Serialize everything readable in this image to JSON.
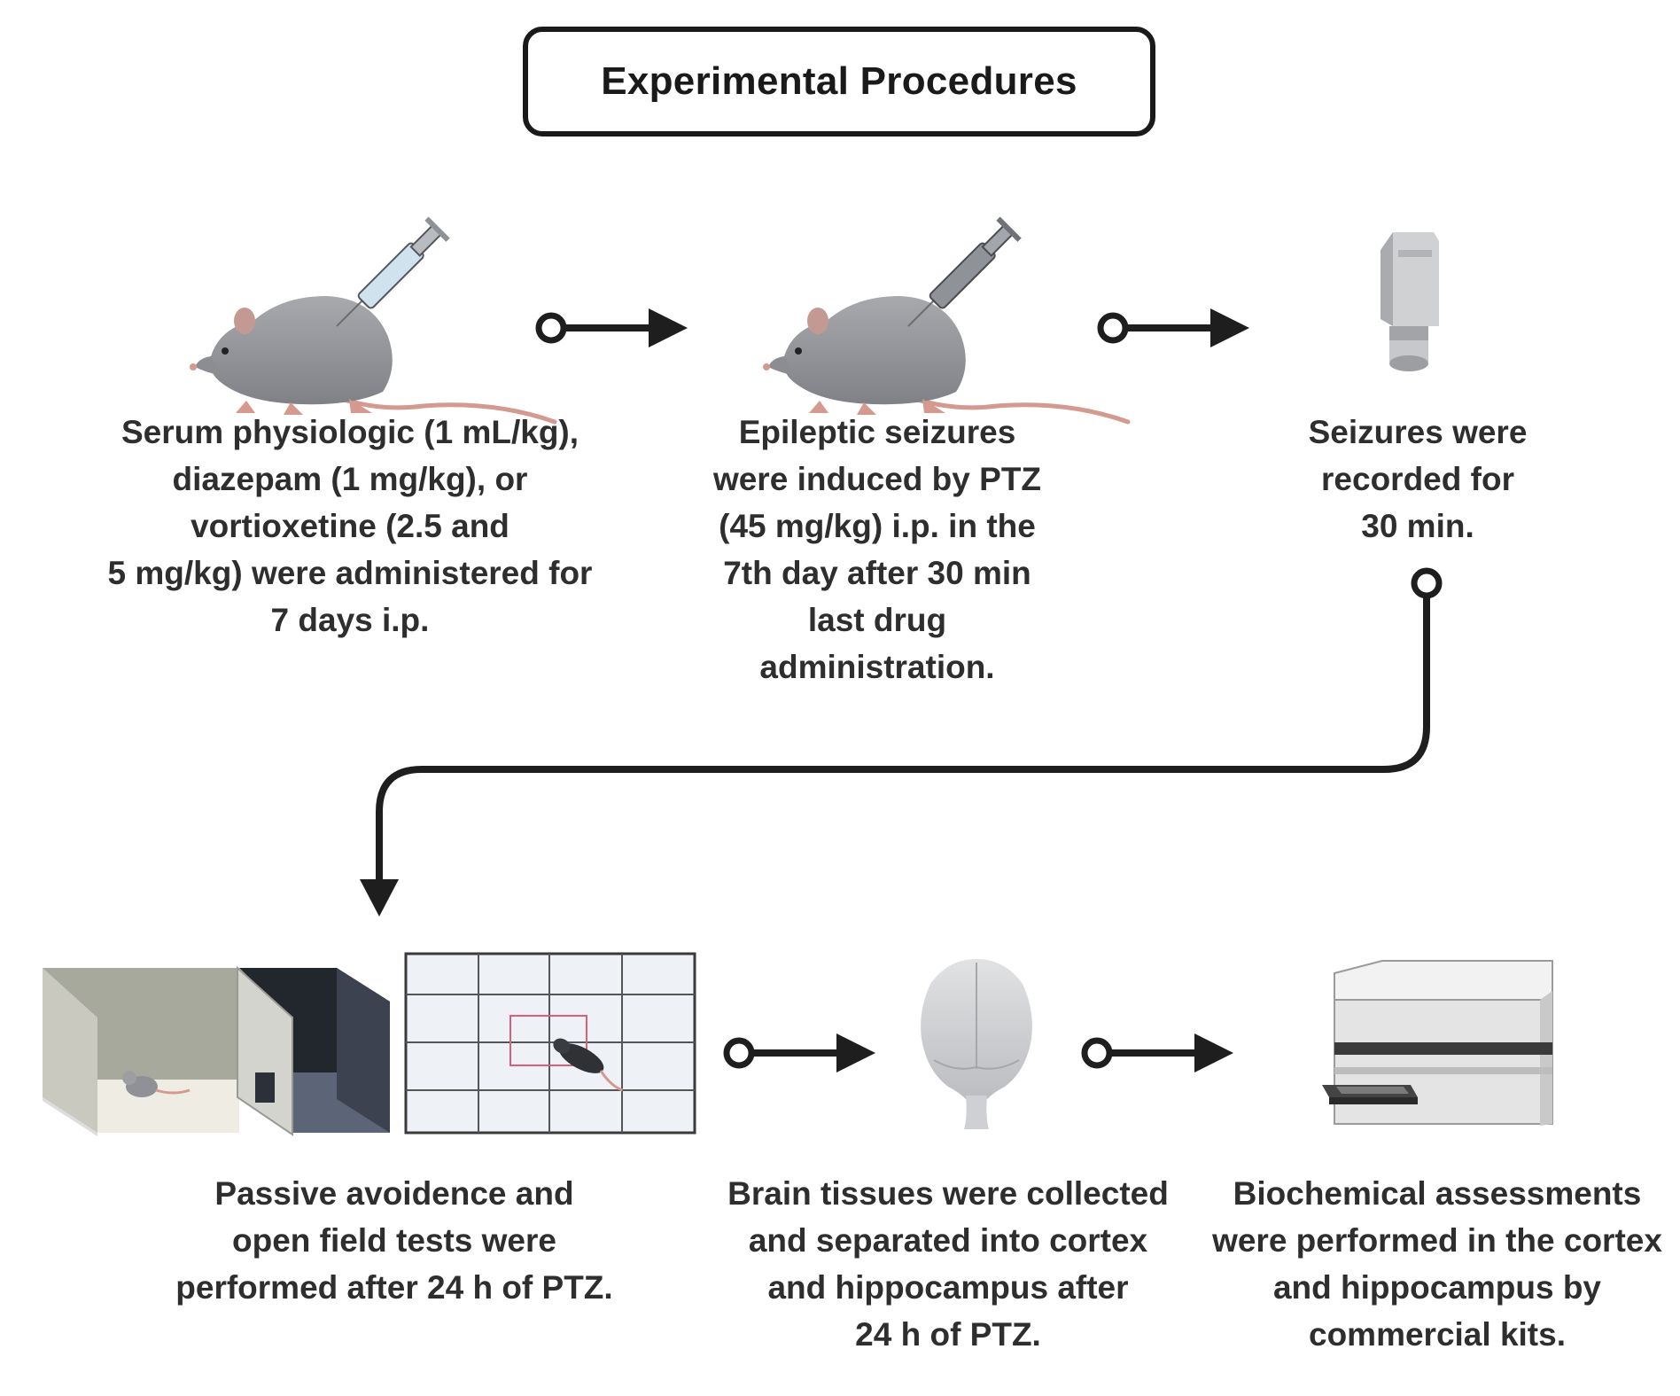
{
  "title": "Experimental Procedures",
  "steps": {
    "treatment": "Serum physiologic (1 mL/kg),\ndiazepam (1 mg/kg), or\nvortioxetine (2.5 and\n5 mg/kg) were administered for\n7 days i.p.",
    "induction": "Epileptic seizures\nwere induced by PTZ\n(45 mg/kg) i.p. in the\n7th day after 30 min\nlast drug\nadministration.",
    "recording": "Seizures were\nrecorded for\n30  min.",
    "behavior": "Passive avoidence and\nopen field tests were\nperformed after 24 h of PTZ.",
    "dissection": "Brain tissues were collected\nand separated into cortex\nand hippocampus after\n24  h  of PTZ.",
    "biochem": "Biochemical assessments\nwere performed in the cortex\nand hippocampus by\ncommercial kits."
  },
  "icons": {
    "rat_1": "rat-with-syringe-light",
    "rat_2": "rat-with-syringe-dark",
    "camera": "video-camera",
    "avoidance": "passive-avoidance-box",
    "open_field": "open-field-arena",
    "brain": "rodent-brain",
    "reader": "microplate-reader"
  },
  "colors": {
    "connector": "#1e1e1e",
    "rat": "#9a9ca0",
    "tail": "#d49a8f",
    "field_zone": "#d9607a"
  }
}
